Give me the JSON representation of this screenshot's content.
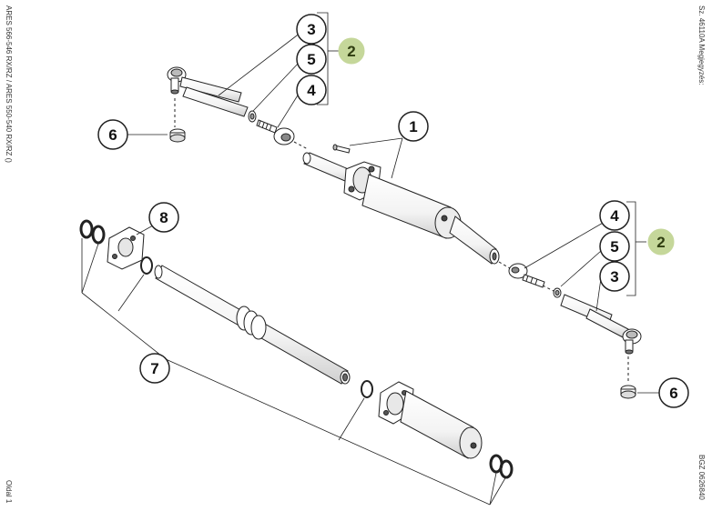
{
  "margins": {
    "left_top": "ARES 566-546 RX/RZ / ARES 550-540 RX/RZ ()",
    "left_bottom": "Oldal 1",
    "right_top": "Sz. 46110A  Megjegyzés:",
    "right_bottom": "BGZ 0626840"
  },
  "callouts": [
    {
      "id": "c3a",
      "label": "3"
    },
    {
      "id": "c5a",
      "label": "5"
    },
    {
      "id": "c4a",
      "label": "4"
    },
    {
      "id": "c2a",
      "label": "2"
    },
    {
      "id": "c6a",
      "label": "6"
    },
    {
      "id": "c1",
      "label": "1"
    },
    {
      "id": "c8",
      "label": "8"
    },
    {
      "id": "c4b",
      "label": "4"
    },
    {
      "id": "c5b",
      "label": "5"
    },
    {
      "id": "c2b",
      "label": "2"
    },
    {
      "id": "c3b",
      "label": "3"
    },
    {
      "id": "c7",
      "label": "7"
    },
    {
      "id": "c6b",
      "label": "6"
    }
  ],
  "colors": {
    "line": "#222222",
    "part_fill": "#ffffff",
    "shade": "#d9d9d9",
    "dark": "#555555",
    "group_badge": "#c5d79a"
  }
}
